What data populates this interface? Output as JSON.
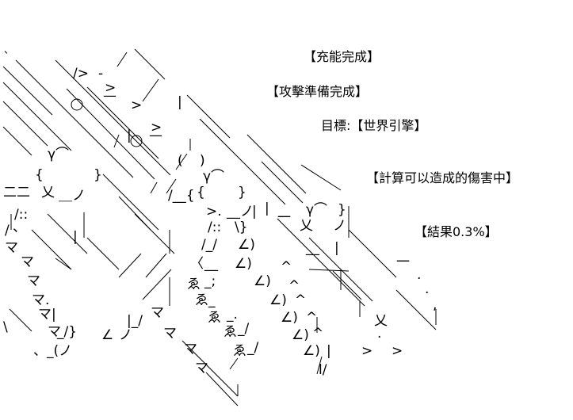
{
  "captions": [
    "【充能完成】",
    "【攻擊準備完成】",
    "目標:【世界引擎】",
    "【計算可以造成的傷害中】",
    "【結果0.3%】"
  ]
}
